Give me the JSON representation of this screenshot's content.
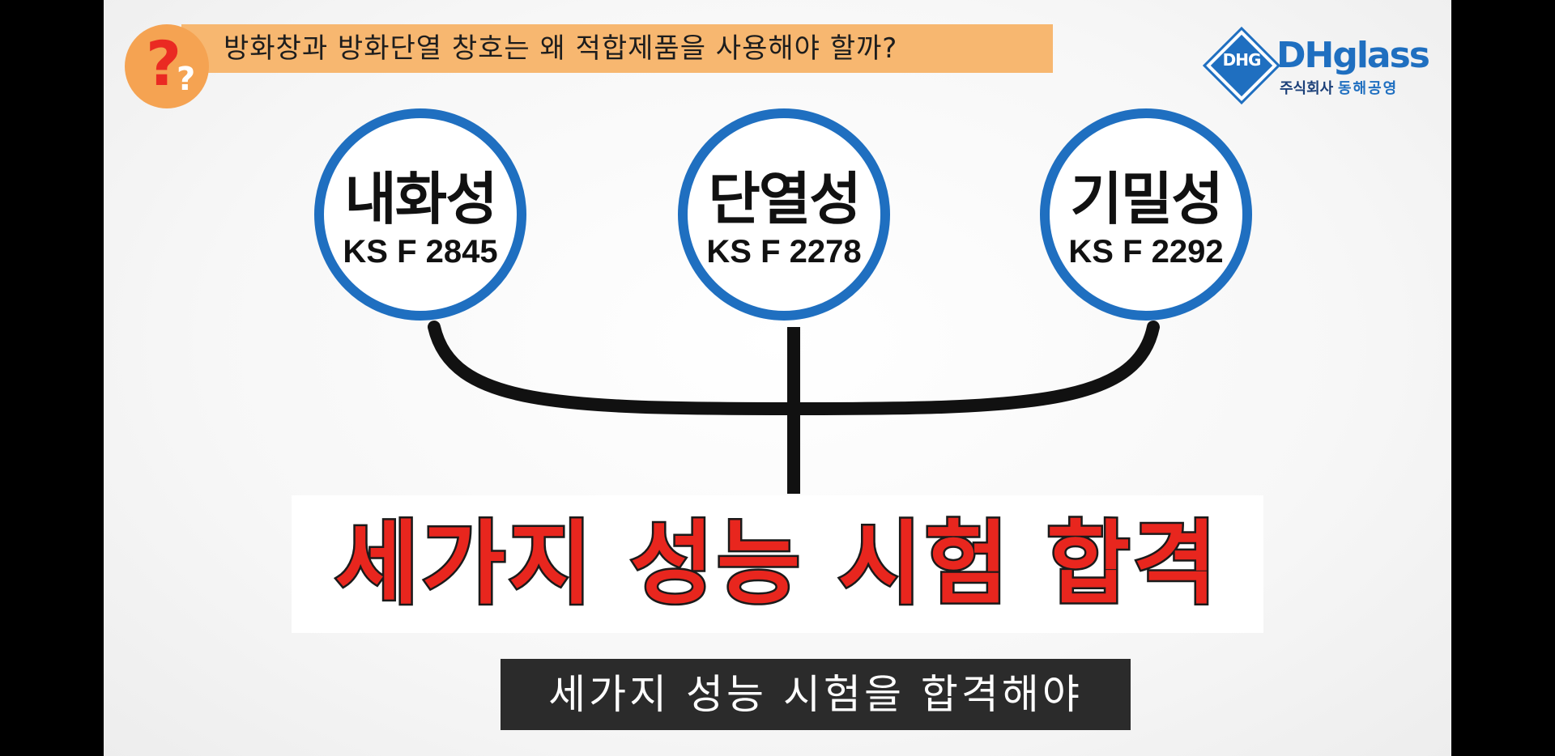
{
  "banner": {
    "question_mark": "?",
    "question_mark_small": "?",
    "text": "방화창과 방화단열 창호는 왜 적합제품을 사용해야 할까?"
  },
  "logo": {
    "badge": "DHG",
    "name": "DHglass",
    "sub_company": "주식회사",
    "sub_name": "동해공영"
  },
  "criteria": [
    {
      "title": "내화성",
      "code": "KS F 2845"
    },
    {
      "title": "단열성",
      "code": "KS F 2278"
    },
    {
      "title": "기밀성",
      "code": "KS F 2292"
    }
  ],
  "headline": "세가지 성능 시험 합격",
  "subtitle": "세가지 성능 시험을 합격해야",
  "colors": {
    "circle_border": "#1f6fc0",
    "headline": "#e8261e",
    "banner": "#f7b770",
    "question_circle": "#f5a352",
    "question_mark": "#ea2a22"
  }
}
